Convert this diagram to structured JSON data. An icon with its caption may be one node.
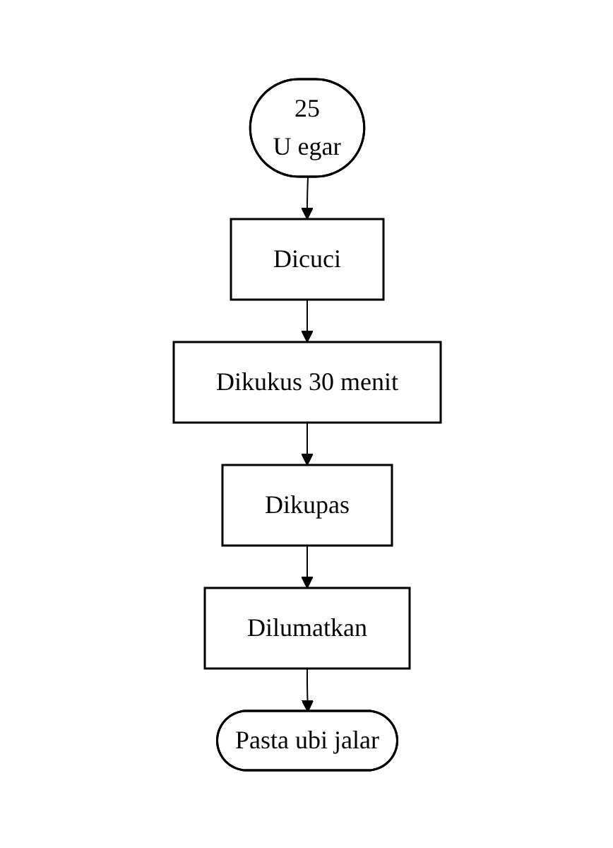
{
  "diagram": {
    "nodes": [
      {
        "text": [
          "25",
          "U egar"
        ]
      },
      {
        "text": [
          "Dicuci"
        ]
      },
      {
        "text": [
          "Dikukus 30 menit"
        ]
      },
      {
        "text": [
          "Dikupas"
        ]
      },
      {
        "text": [
          "Dilumatkan"
        ]
      },
      {
        "text": [
          "Pasta ubi jalar"
        ]
      }
    ],
    "edges": [
      {
        "from": 0,
        "to": 1,
        "arrow": "to"
      },
      {
        "from": 1,
        "to": 2,
        "arrow": "to"
      },
      {
        "from": 2,
        "to": 3,
        "arrow": "to"
      },
      {
        "from": 3,
        "to": 4,
        "arrow": "to"
      },
      {
        "from": 4,
        "to": 5,
        "arrow": "to"
      }
    ]
  }
}
